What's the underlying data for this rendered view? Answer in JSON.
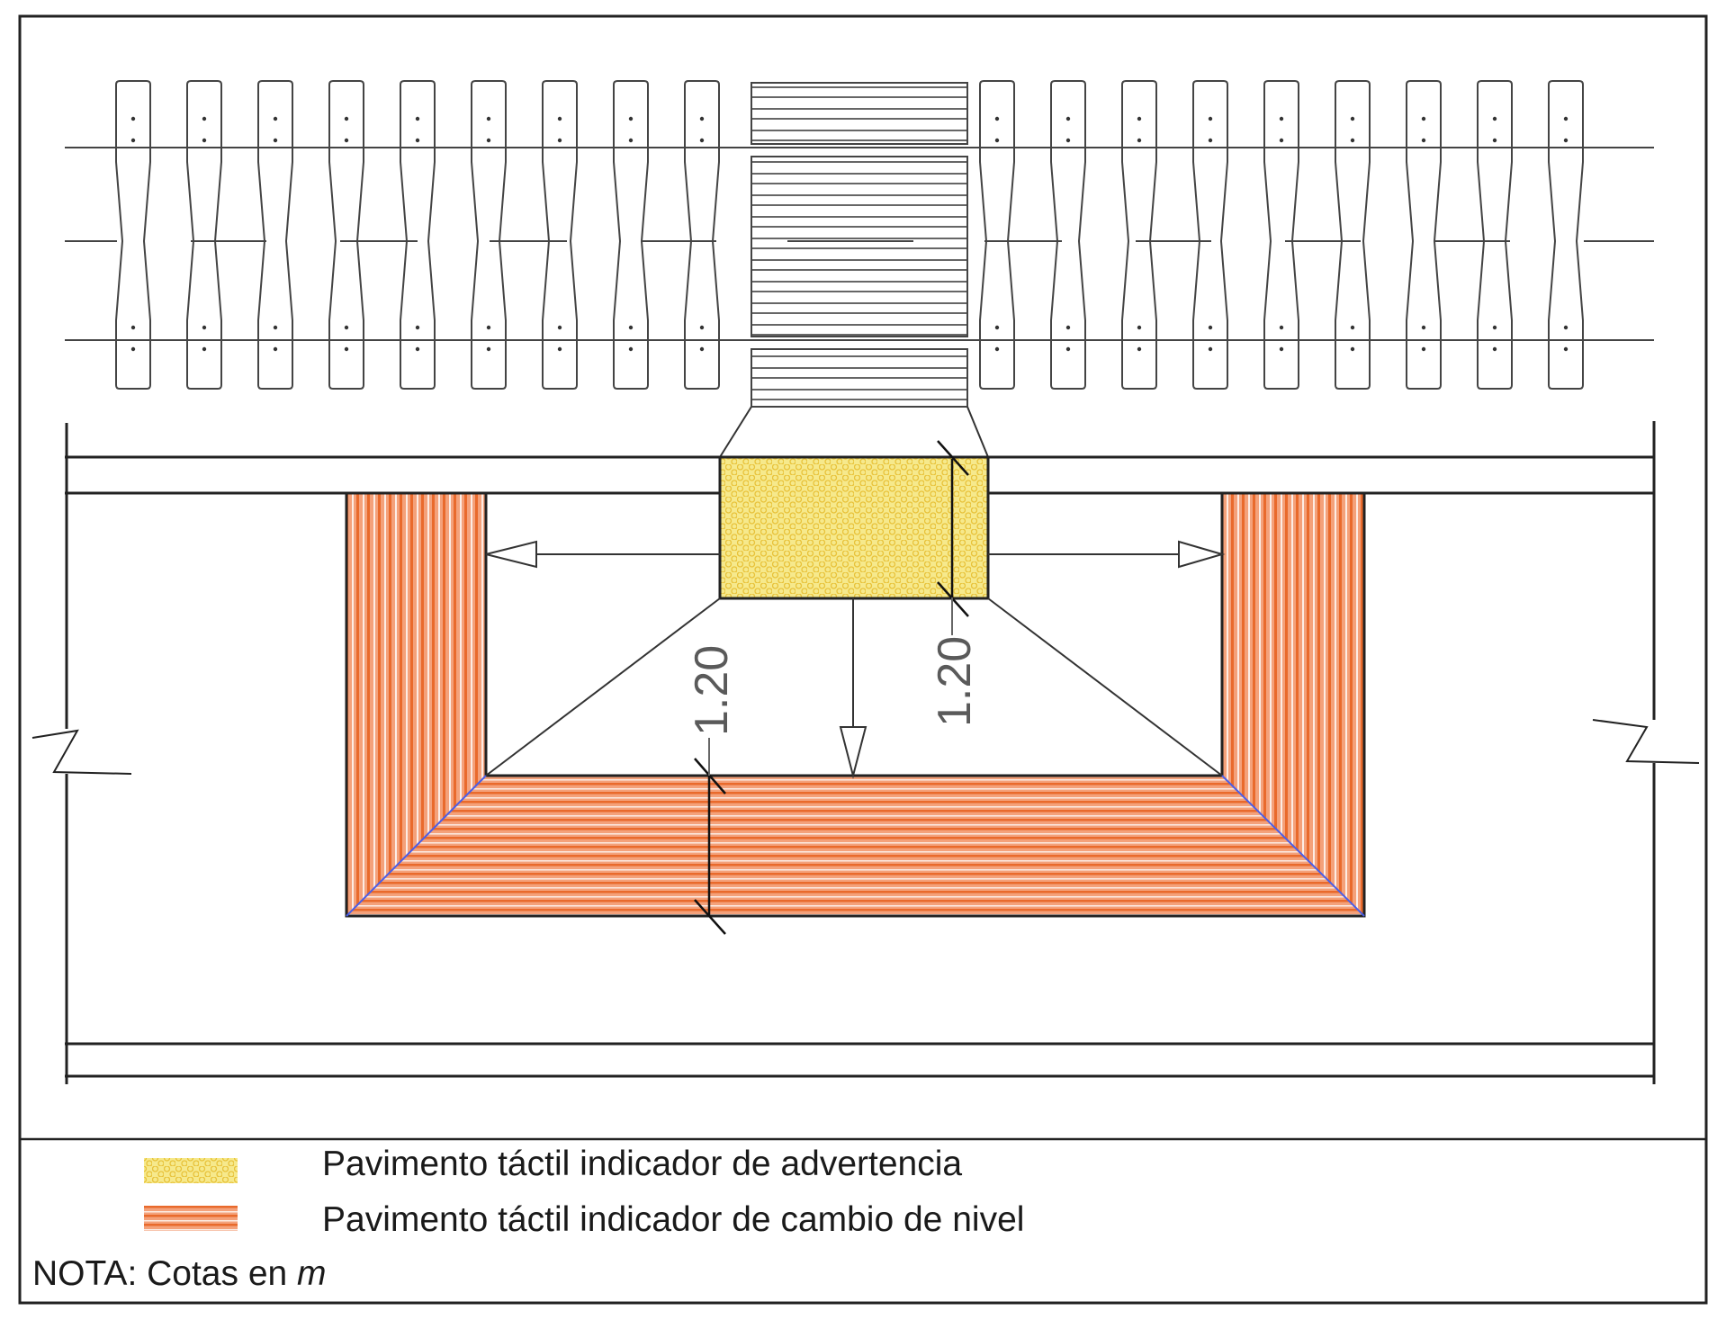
{
  "diagram": {
    "dimensions": {
      "left": "1.20",
      "right": "1.20"
    },
    "legend": {
      "warning": "Pavimento táctil indicador de advertencia",
      "level_change": "Pavimento táctil indicador de cambio de nivel"
    },
    "note": {
      "prefix": "NOTA: Cotas en ",
      "unit": "m"
    }
  },
  "colors": {
    "warning_fill": "#f6e98c",
    "warning_dot": "#e8c23a",
    "level_fill": "#f4a17a",
    "level_line": "#e96a2c",
    "line": "#2a2a2a",
    "diag_blue": "#4a5ee8"
  }
}
